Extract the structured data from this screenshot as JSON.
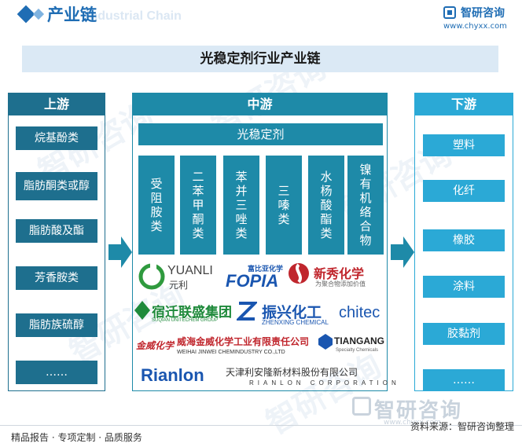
{
  "header": {
    "title": "产业链",
    "title_ghost": "Industrial Chain",
    "logo_name": "智研咨询",
    "logo_url": "www.chyxx.com"
  },
  "chain_title": "光稳定剂行业产业链",
  "upstream": {
    "label": "上游",
    "items": [
      "烷基酚类",
      "脂肪酮类或醇",
      "脂肪酸及酯",
      "芳香胺类",
      "脂肪族硫醇",
      "……"
    ]
  },
  "midstream": {
    "label": "中游",
    "product": "光稳定剂",
    "categories": [
      "受阻胺类",
      "二苯甲酮类",
      "苯并三唑类",
      "三嗪类",
      "水杨酸酯类",
      "镍有机络合物"
    ],
    "companies": {
      "yuanli_en": "YUANLI",
      "yuanli_cn": "元利",
      "fopia_cn": "富比亚化学",
      "fopia_en": "FOPIA",
      "xinxiu_cn": "新秀化学",
      "xinxiu_sub": "为聚合物添加价值",
      "suqian_cn": "宿迁联盛集团",
      "suqian_en": "SUQIAN UNITECHEM GROUP",
      "zhenxing_cn": "振兴化工",
      "zhenxing_en": "ZHENXING CHEMICAL",
      "chitec": "chitec",
      "jinwei_mark": "金威化学",
      "jinwei_cn": "威海金威化学工业有限责任公司",
      "jinwei_en": "WEIHAI JINWEI CHEMINDUSTRY CO.,LTD",
      "tiangang_en": "TIANGANG",
      "tiangang_sub": "Specialty Chemicals",
      "rianlon_en": "Rianlon",
      "rianlon_cn": "天津利安隆新材料股份有限公司",
      "rianlon_sub": "RIANLON CORPORATION"
    }
  },
  "downstream": {
    "label": "下游",
    "items": [
      "塑料",
      "化纤",
      "橡胶",
      "涂料",
      "胶黏剂",
      "……"
    ]
  },
  "watermark": "智研咨询",
  "footer": {
    "left": "精品报告 · 专项定制 · 品质服务",
    "brand": "智研咨询",
    "brand_url": "www.chyxx.com",
    "source": "资料来源：智研咨询整理"
  },
  "colors": {
    "upstream": "#1e6f8e",
    "midstream": "#1e8aa8",
    "downstream": "#2ba9d6",
    "banner": "#dbe9f5",
    "title": "#1f6db4"
  }
}
